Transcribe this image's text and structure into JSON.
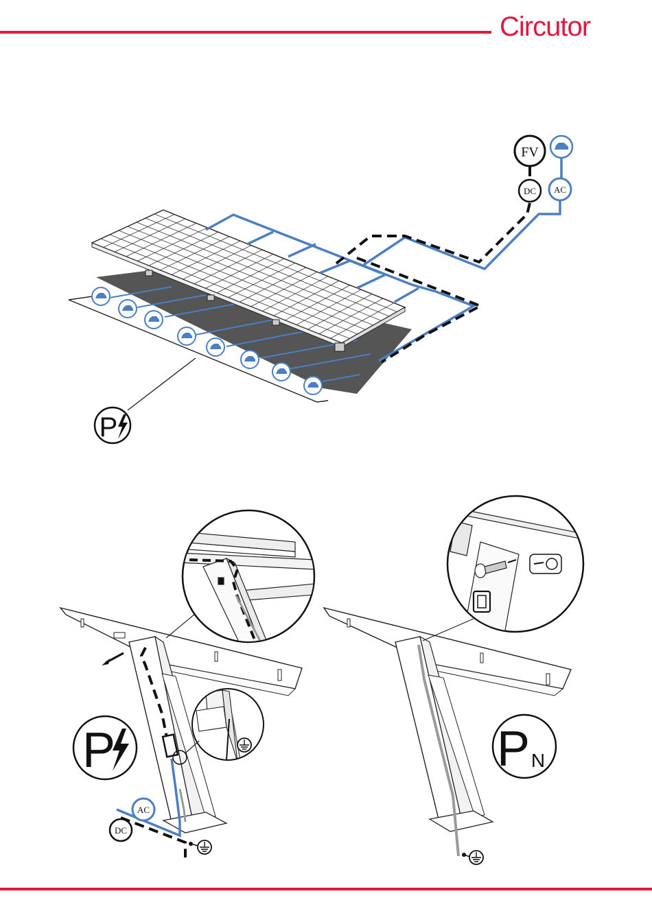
{
  "brand": {
    "name": "Circutor",
    "color": "#e4183f"
  },
  "colors": {
    "ac_line": "#4a7fc4",
    "dc_line": "#111111",
    "ground_cable": "#9a9a9a",
    "floor": "#555555"
  },
  "top_diagram": {
    "labels": {
      "fv": "FV",
      "dc": "DC",
      "ac": "AC"
    },
    "parking_mark": {
      "letter": "P",
      "icon": "lightning-bolt-icon"
    },
    "vehicle_icon": "ev-car-icon",
    "vehicle_count": 8
  },
  "bottom_left": {
    "labels": {
      "ac": "AC",
      "dc": "DC"
    },
    "parking_mark": {
      "letter": "P",
      "icon": "lightning-bolt-icon"
    },
    "ground_icon": "ground-symbol-icon"
  },
  "bottom_right": {
    "parking_mark": {
      "letter": "P",
      "subscript": "N"
    },
    "ground_icon": "ground-symbol-icon"
  }
}
